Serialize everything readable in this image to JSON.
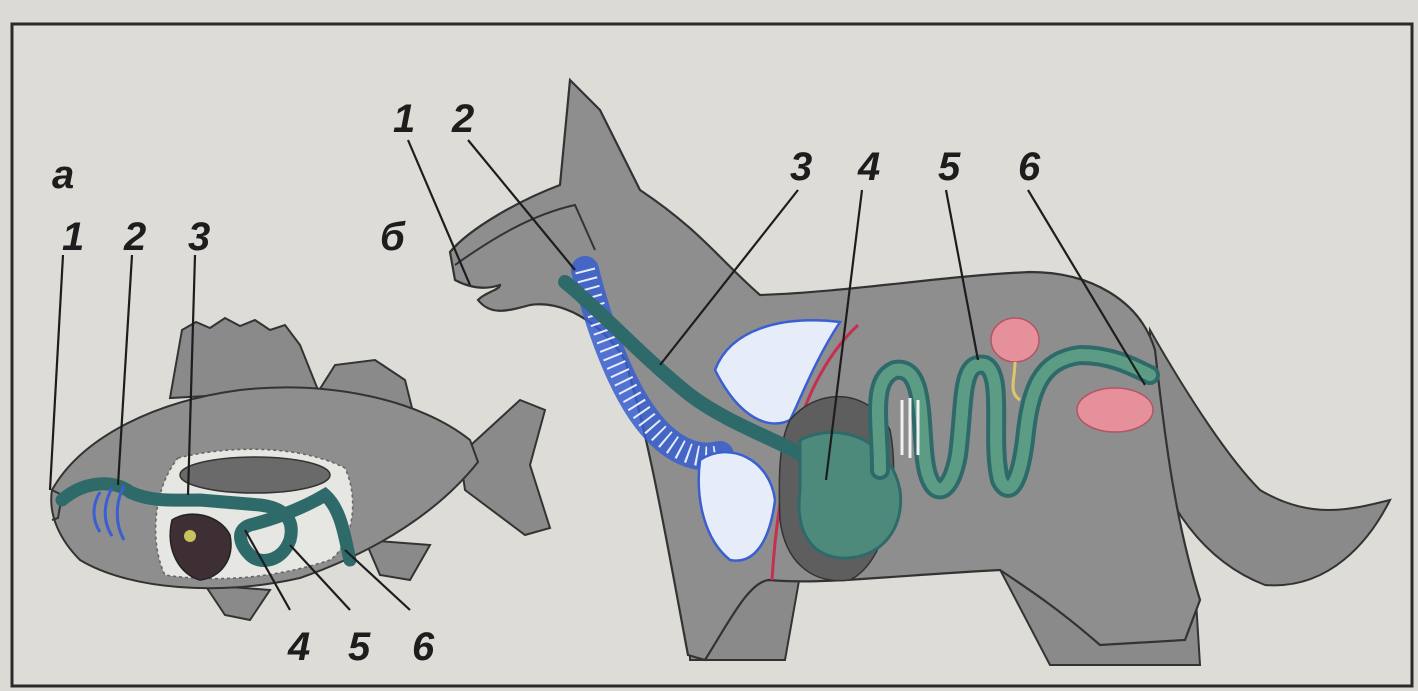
{
  "colors": {
    "paper": "#dcdad5",
    "frame": "#2a2a2a",
    "body": "#8e8e8e",
    "body_dark": "#6a6a6a",
    "cavity": "#e6e6e2",
    "gut": "#2f6a6a",
    "gut_light": "#4d8a7c",
    "airway_blue": "#3a5fd0",
    "gland_pink": "#e5909a",
    "vessel_red": "#c53050"
  },
  "fish": {
    "letter": "а",
    "labels": [
      "1",
      "2",
      "3",
      "4",
      "5",
      "6"
    ]
  },
  "dog": {
    "letter": "б",
    "labels": [
      "1",
      "2",
      "3",
      "4",
      "5",
      "6"
    ]
  }
}
